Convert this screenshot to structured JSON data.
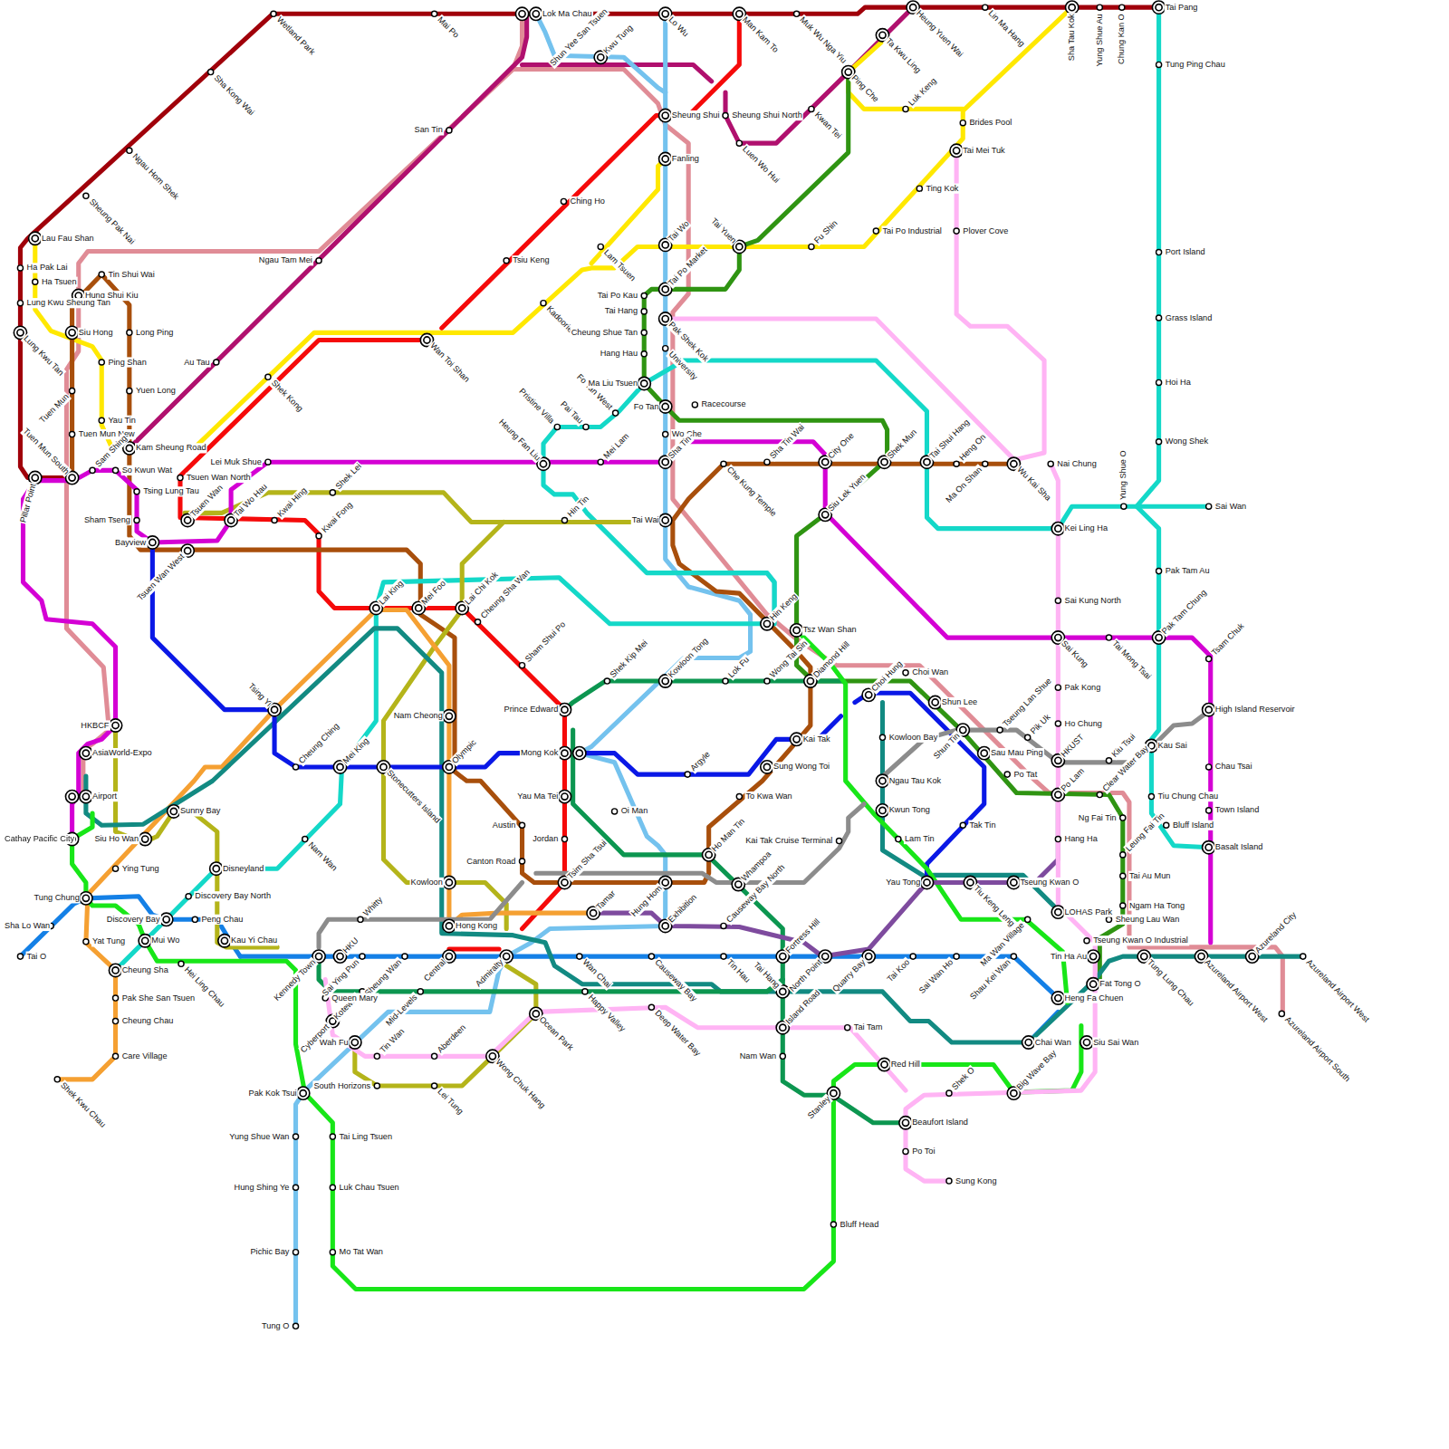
{
  "diagram": {
    "labels": [
      "Wetland Park",
      "Mai Po",
      "Lok Ma Chau",
      "Shun Yee San Tsuen",
      "Kwu Tung",
      "Lo Wu",
      "Man Kam To",
      "Muk Wu Nga Yiu",
      "Heung Yuen Wai",
      "Lin Ma Hang",
      "Sha Tau Kok",
      "Yung Shue Au",
      "Chung Kan O",
      "Tai Pang",
      "Tung Ping Chau",
      "Port Island",
      "Grass Island",
      "Hoi Ha",
      "Wong Shek",
      "Yung Shue O",
      "Sai Wan",
      "Pak Tam Au",
      "Pak Tam Chung",
      "Tsam Chuk",
      "High Island Reservoir",
      "Chau Tsai",
      "Town Island",
      "Basalt Island",
      "Kau Sai",
      "Tiu Chung Chau",
      "Bluff Island",
      "Sheung Shui",
      "Sheung Shui North",
      "Luen Wo Hui",
      "Kwan Tei",
      "Ping Che",
      "Ta Kwu Ling",
      "Luk Keng",
      "Brides Pool",
      "Tai Mei Tuk",
      "Ting Kok",
      "Tai Po Industrial",
      "Plover Cove",
      "Fu Shin",
      "Tai Yuen",
      "Fanling",
      "Tai Wo",
      "Tai Po Market",
      "Pak Shek Kok",
      "University",
      "Ching Ho",
      "Tsiu Keng",
      "Lam Tsuen",
      "Kadoorie",
      "Wan Toi Shan",
      "San Tin",
      "Ngau Tam Mei",
      "Sha Kong Wai",
      "Ngau Hom Shek",
      "Sheung Pak Nai",
      "Lau Fau Shan",
      "Ha Pak Lai",
      "Ha Tsuen",
      "Tin Shui Wai",
      "Hung Shui Kiu",
      "Lung Kwu Sheung Tan",
      "Lung Kwu Tan",
      "Siu Hong",
      "Long Ping",
      "Ping Shan",
      "Au Tau",
      "Shek Kong",
      "Yuen Long",
      "Tuen Mun",
      "Yau Tin",
      "Tuen Mun New",
      "Kam Sheung Road",
      "Sam Shing",
      "So Kwun Wat",
      "Tuen Mun South",
      "Pillar Point",
      "Tsing Lung Tau",
      "Sham Tseng",
      "Bayview",
      "Tsuen Wan West",
      "Tsuen Wan North",
      "Tsuen Wan",
      "Lei Muk Shue",
      "Tai Wo Hau",
      "Kwai Hing",
      "Shek Lei",
      "Kwai Fong",
      "Lai King",
      "Mei Foo",
      "Lai Chi Kok",
      "Cheung Sha Wan",
      "Sham Shui Po",
      "Heung Fan Liu",
      "Pristine Villa",
      "Pai Tau",
      "Fo Tan West",
      "Mei Lam",
      "Hin Tin",
      "Tai Po Kau",
      "Tai Hang",
      "Cheung Shue Tan",
      "Hang Hau",
      "Ma Liu Tsuen",
      "Fo Tan",
      "Racecourse",
      "Wo Che",
      "Sha Tin",
      "Che Kung Temple",
      "Sha Tin Wai",
      "City One",
      "Siu Lek Yuen",
      "Shek Mun",
      "Tai Shui Hang",
      "Heng On",
      "Ma On Shan",
      "Wu Kai Sha",
      "Nai Chung",
      "Kei Ling Ha",
      "Sai Kung North",
      "Sai Kung",
      "Tai Mong Tsai",
      "Pak Kong",
      "Ho Chung",
      "HKUST",
      "Kiu Tsui",
      "Tai Wai",
      "Hin Keng",
      "Tsz Wan Shan",
      "Kowloon Tong",
      "Shek Kip Mei",
      "Lok Fu",
      "Wong Tai Sin",
      "Diamond Hill",
      "Choi Hung",
      "Choi Wan",
      "Shun Lee",
      "Shun Tin",
      "Tseung Lan Shue",
      "Pik Uk",
      "Sau Mau Ping",
      "Po Tat",
      "Kowloon Bay",
      "Ngau Tau Kok",
      "Kwun Tong",
      "Lam Tin",
      "Tak Tin",
      "Po Lam",
      "Clear Water Bay",
      "Ng Fai Tin",
      "Leung Fai Tin",
      "Tai Au Mun",
      "Ngam Ha Tong",
      "Sheung Lau Wan",
      "Hang Ha",
      "Yau Tong",
      "Tiu Keng Leng",
      "Tseung Kwan O",
      "LOHAS Park",
      "Ma Wan Village",
      "Tseung Kwan O Industrial",
      "Tin Ha Au",
      "Fat Tong O",
      "Tung Lung Chau",
      "Azureland Airport West",
      "Azureland City",
      "Azureland Airport West",
      "Azureland Airport South",
      "Heng Fa Chuen",
      "Chai Wan",
      "Siu Sai Wan",
      "Big Wave Bay",
      "Shek O",
      "Red Hill",
      "Tai Tam",
      "Beaufort Island",
      "Po Toi",
      "Sung Kong",
      "Stanley",
      "Bluff Head",
      "Nam Wan",
      "Island Road",
      "Tai Hang",
      "North Point",
      "Fortress Hill",
      "Quarry Bay",
      "Tai Koo",
      "Sai Wan Ho",
      "Shau Kei Wan",
      "Tin Hau",
      "Causeway Bay North",
      "Whampoa",
      "Ho Man Tin",
      "To Kwa Wan",
      "Sung Wong Toi",
      "Kai Tak",
      "Kai Tak Cruise Terminal",
      "Argyle",
      "Oi Man",
      "Prince Edward",
      "Mong Kok",
      "Yau Ma Tei",
      "Jordan",
      "Tsim Sha Tsui",
      "Austin",
      "Canton Road",
      "Hung Hom",
      "Exhibition",
      "Tamar",
      "Causeway Bay",
      "Wan Chai",
      "Happy Valley",
      "Deep Water Bay",
      "Admiralty",
      "Central",
      "Hong Kong",
      "Kowloon",
      "Olympic",
      "Nam Cheong",
      "Stonecutters Island",
      "Mei King",
      "Cheung Ching",
      "Tsing Yi",
      "Nam Wan",
      "Whitty",
      "Mid-Levels",
      "Sheung Wan",
      "Sai Ying Pun",
      "HKU",
      "Kennedy Town",
      "Kotewall",
      "Queen Mary",
      "Cyberport",
      "Wah Fu",
      "Tin Wan",
      "Aberdeen",
      "South Horizons",
      "Lei Tung",
      "Wong Chuk Hang",
      "Ocean Park",
      "Pak Kok Tsui",
      "Yung Shue Wan",
      "Hung Shing Ye",
      "Pichic Bay",
      "Tung O",
      "Tai Ling Tsuen",
      "Luk Chau Tsuen",
      "Mo Tat Wan",
      "HKBCF",
      "AsiaWorld-Expo",
      "Airport",
      "Sunny Bay",
      "Siu Ho Wan",
      "Cathay Pacific City",
      "Ying Tung",
      "Disneyland",
      "Tung Chung",
      "Discovery Bay North",
      "Discovery Bay",
      "Peng Chau",
      "Sha Lo Wan",
      "Tai O",
      "Yat Tung",
      "Mui Wo",
      "Kau Yi Chau",
      "Hei Ling Chau",
      "Cheung Sha",
      "Pak She San Tsuen",
      "Cheung Chau",
      "Care Village",
      "Shek Kwu Chau"
    ]
  }
}
